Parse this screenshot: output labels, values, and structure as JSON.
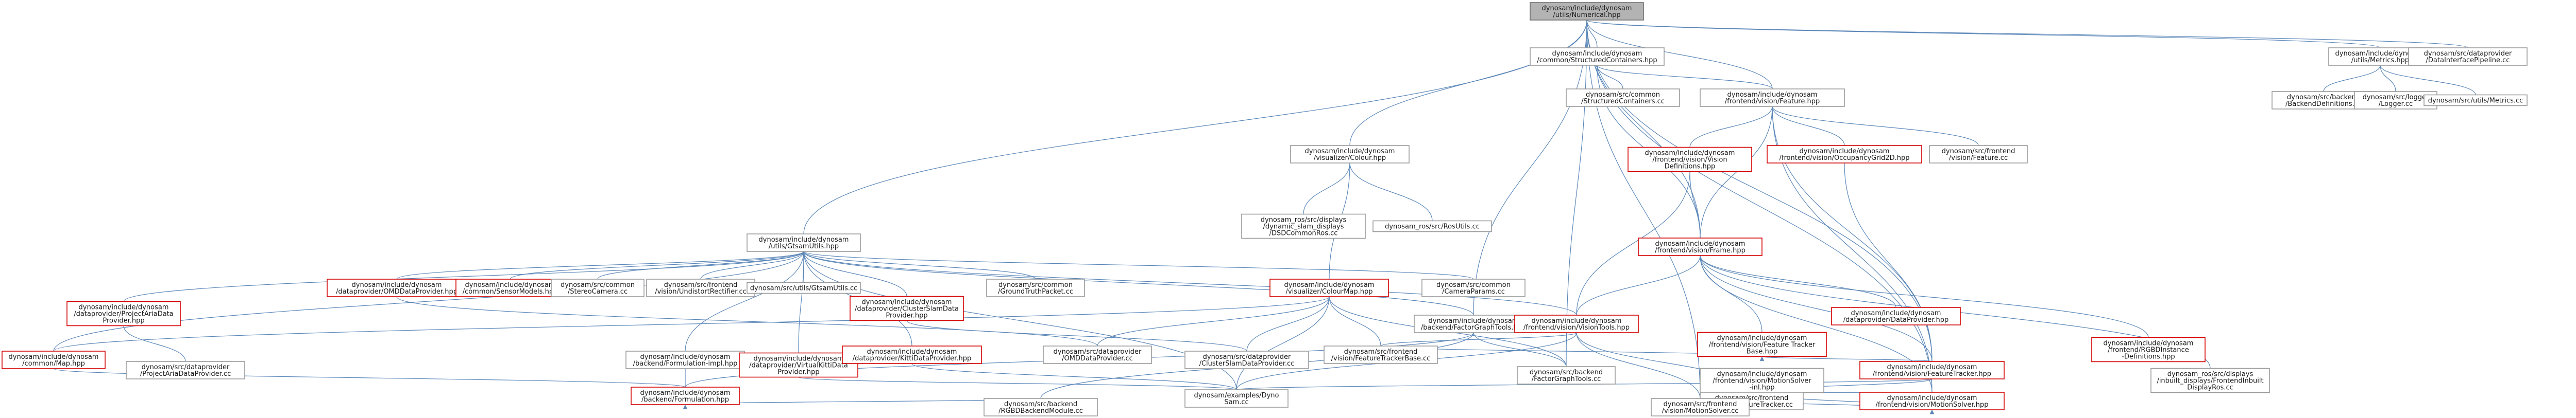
{
  "graph": {
    "root": "root",
    "nodes": [
      {
        "id": "root",
        "lines": [
          "dynosam/include/dynosam",
          "/utils/Numerical.hpp"
        ],
        "style": "root"
      },
      {
        "id": "structured",
        "lines": [
          "dynosam/include/dynosam",
          "/common/StructuredContainers.hpp"
        ],
        "style": "normal"
      },
      {
        "id": "metrics_hpp",
        "lines": [
          "dynosam/include/dynosam",
          "/utils/Metrics.hpp"
        ],
        "style": "normal"
      },
      {
        "id": "dataint",
        "lines": [
          "dynosam/src/dataprovider",
          "/DataInterfacePipeline.cc"
        ],
        "style": "normal"
      },
      {
        "id": "structured_cc",
        "lines": [
          "dynosam/src/common",
          "/StructuredContainers.cc"
        ],
        "style": "normal"
      },
      {
        "id": "feature_hpp",
        "lines": [
          "dynosam/include/dynosam",
          "/frontend/vision/Feature.hpp"
        ],
        "style": "normal"
      },
      {
        "id": "backend_defs",
        "lines": [
          "dynosam/src/backend",
          "/BackendDefinitions.cc"
        ],
        "style": "normal"
      },
      {
        "id": "logger",
        "lines": [
          "dynosam/src/logger",
          "/Logger.cc"
        ],
        "style": "normal"
      },
      {
        "id": "metrics_cc",
        "lines": [
          "dynosam/src/utils/Metrics.cc"
        ],
        "style": "normal"
      },
      {
        "id": "colour_hpp",
        "lines": [
          "dynosam/include/dynosam",
          "/visualizer/Colour.hpp"
        ],
        "style": "normal"
      },
      {
        "id": "vision_defs",
        "lines": [
          "dynosam/include/dynosam",
          "/frontend/vision/Vision",
          "Definitions.hpp"
        ],
        "style": "red"
      },
      {
        "id": "occgrid",
        "lines": [
          "dynosam/include/dynosam",
          "/frontend/vision/OccupancyGrid2D.hpp"
        ],
        "style": "red"
      },
      {
        "id": "feature_cc",
        "lines": [
          "dynosam/src/frontend",
          "/vision/Feature.cc"
        ],
        "style": "normal"
      },
      {
        "id": "rviz_common",
        "lines": [
          "dynosam_ros/src/displays",
          "/dynamic_slam_displays",
          "/DSDCommonRos.cc"
        ],
        "style": "normal"
      },
      {
        "id": "rostils",
        "lines": [
          "dynosam_ros/src/RosUtils.cc"
        ],
        "style": "normal"
      },
      {
        "id": "colourmap",
        "lines": [
          "dynosam/include/dynosam",
          "/visualizer/ColourMap.hpp"
        ],
        "style": "red"
      },
      {
        "id": "frame_hpp",
        "lines": [
          "dynosam/include/dynosam",
          "/frontend/vision/Frame.hpp"
        ],
        "style": "red"
      },
      {
        "id": "gtsam_utils",
        "lines": [
          "dynosam/include/dynosam",
          "/utils/GtsamUtils.hpp"
        ],
        "style": "normal"
      },
      {
        "id": "projectaria_hpp",
        "lines": [
          "dynosam/include/dynosam",
          "/dataprovider/ProjectAriaData",
          "Provider.hpp"
        ],
        "style": "red"
      },
      {
        "id": "omd_hpp",
        "lines": [
          "dynosam/include/dynosam",
          "/dataprovider/OMDDataProvider.hpp"
        ],
        "style": "red"
      },
      {
        "id": "sensor_models",
        "lines": [
          "dynosam/include/dynosam",
          "/common/SensorModels.hpp"
        ],
        "style": "red"
      },
      {
        "id": "stereo_cam",
        "lines": [
          "dynosam/src/common",
          "/StereoCamera.cc"
        ],
        "style": "normal"
      },
      {
        "id": "undistort",
        "lines": [
          "dynosam/src/frontend",
          "/vision/UndistortRectifier.cc"
        ],
        "style": "normal"
      },
      {
        "id": "gtsam_cc",
        "lines": [
          "dynosam/src/utils/GtsamUtils.cc"
        ],
        "style": "normal"
      },
      {
        "id": "clusterslam_hpp",
        "lines": [
          "dynosam/include/dynosam",
          "/dataprovider/ClusterSlamData",
          "Provider.hpp"
        ],
        "style": "red"
      },
      {
        "id": "groundtruth",
        "lines": [
          "dynosam/src/common",
          "/GroundTruthPacket.cc"
        ],
        "style": "normal"
      },
      {
        "id": "factorgraph_hpp",
        "lines": [
          "dynosam/include/dynosam",
          "/backend/FactorGraphTools.hpp"
        ],
        "style": "normal"
      },
      {
        "id": "camparams",
        "lines": [
          "dynosam/src/common",
          "/CameraParams.cc"
        ],
        "style": "normal"
      },
      {
        "id": "visiontools",
        "lines": [
          "dynosam/include/dynosam",
          "/frontend/vision/VisionTools.hpp"
        ],
        "style": "red"
      },
      {
        "id": "ftbase_hpp",
        "lines": [
          "dynosam/include/dynosam",
          "/frontend/vision/Feature Tracker",
          "Base.hpp"
        ],
        "style": "red"
      },
      {
        "id": "dataprovider_hpp",
        "lines": [
          "dynosam/include/dynosam",
          "/dataprovider/DataProvider.hpp"
        ],
        "style": "red"
      },
      {
        "id": "rgbd_hpp",
        "lines": [
          "dynosam/include/dynosam",
          "/frontend/RGBDInstance",
          "-Definitions.hpp"
        ],
        "style": "red"
      },
      {
        "id": "commonmap",
        "lines": [
          "dynosam/include/dynosam",
          "/common/Map.hpp"
        ],
        "style": "red"
      },
      {
        "id": "projectaria_cc",
        "lines": [
          "dynosam/src/dataprovider",
          "/ProjectAriaDataProvider.cc"
        ],
        "style": "normal"
      },
      {
        "id": "formulation_impl",
        "lines": [
          "dynosam/include/dynosam",
          "/backend/Formulation-impl.hpp"
        ],
        "style": "normal"
      },
      {
        "id": "vkitti_hpp",
        "lines": [
          "dynosam/include/dynosam",
          "/dataprovider/VirtualKittiData",
          "Provider.hpp"
        ],
        "style": "red"
      },
      {
        "id": "kitti_hpp",
        "lines": [
          "dynosam/include/dynosam",
          "/dataprovider/KittiDataProvider.hpp"
        ],
        "style": "red"
      },
      {
        "id": "omd_cc",
        "lines": [
          "dynosam/src/dataprovider",
          "/OMDDataProvider.cc"
        ],
        "style": "normal"
      },
      {
        "id": "clusterslam_cc",
        "lines": [
          "dynosam/src/dataprovider",
          "/ClusterSlamDataProvider.cc"
        ],
        "style": "normal"
      },
      {
        "id": "ftbase_cc",
        "lines": [
          "dynosam/src/frontend",
          "/vision/FeatureTrackerBase.cc"
        ],
        "style": "normal"
      },
      {
        "id": "factorgraph_cc",
        "lines": [
          "dynosam/src/backend",
          "/FactorGraphTools.cc"
        ],
        "style": "normal"
      },
      {
        "id": "motionsolver_inl",
        "lines": [
          "dynosam/include/dynosam",
          "/frontend/vision/MotionSolver",
          "-inl.hpp"
        ],
        "style": "normal"
      },
      {
        "id": "featuretracker_hpp",
        "lines": [
          "dynosam/include/dynosam",
          "/frontend/vision/FeatureTracker.hpp"
        ],
        "style": "red"
      },
      {
        "id": "rviz_frontend",
        "lines": [
          "dynosam_ros/src/displays",
          "/inbuilt_displays/FrontendInbuilt",
          "DisplayRos.cc"
        ],
        "style": "normal"
      },
      {
        "id": "formulation_hpp",
        "lines": [
          "dynosam/include/dynosam",
          "/backend/Formulation.hpp"
        ],
        "style": "red"
      },
      {
        "id": "dyno_sam",
        "lines": [
          "dynosam/examples/Dyno",
          "Sam.cc"
        ],
        "style": "normal"
      },
      {
        "id": "featuretracker_cc",
        "lines": [
          "dynosam/src/frontend",
          "/vision/FeatureTracker.cc"
        ],
        "style": "normal"
      },
      {
        "id": "motionsolver_hpp",
        "lines": [
          "dynosam/include/dynosam",
          "/frontend/vision/MotionSolver.hpp"
        ],
        "style": "red"
      },
      {
        "id": "rgbd_backend",
        "lines": [
          "dynosam/src/backend",
          "/RGBDBackendModule.cc"
        ],
        "style": "normal"
      },
      {
        "id": "motionsolver_cc",
        "lines": [
          "dynosam/src/frontend",
          "/vision/MotionSolver.cc"
        ],
        "style": "normal"
      }
    ],
    "edges": [
      [
        "root",
        "structured"
      ],
      [
        "root",
        "metrics_hpp"
      ],
      [
        "root",
        "dataint"
      ],
      [
        "root",
        "feature_hpp"
      ],
      [
        "root",
        "colour_hpp"
      ],
      [
        "root",
        "gtsam_utils"
      ],
      [
        "root",
        "factorgraph_hpp"
      ],
      [
        "root",
        "frame_hpp"
      ],
      [
        "root",
        "factorgraph_cc"
      ],
      [
        "root",
        "motionsolver_hpp"
      ],
      [
        "root",
        "motionsolver_cc"
      ],
      [
        "root",
        "featuretracker_hpp"
      ],
      [
        "structured",
        "structured_cc"
      ],
      [
        "structured",
        "feature_hpp"
      ],
      [
        "structured",
        "frame_hpp"
      ],
      [
        "metrics_hpp",
        "backend_defs"
      ],
      [
        "metrics_hpp",
        "logger"
      ],
      [
        "metrics_hpp",
        "metrics_cc"
      ],
      [
        "feature_hpp",
        "vision_defs"
      ],
      [
        "feature_hpp",
        "occgrid"
      ],
      [
        "feature_hpp",
        "feature_cc"
      ],
      [
        "feature_hpp",
        "frame_hpp"
      ],
      [
        "feature_hpp",
        "featuretracker_hpp"
      ],
      [
        "feature_hpp",
        "motionsolver_hpp"
      ],
      [
        "colour_hpp",
        "rviz_common"
      ],
      [
        "colour_hpp",
        "rostils"
      ],
      [
        "colour_hpp",
        "colourmap"
      ],
      [
        "vision_defs",
        "frame_hpp"
      ],
      [
        "vision_defs",
        "visiontools"
      ],
      [
        "occgrid",
        "featuretracker_hpp"
      ],
      [
        "colourmap",
        "omd_cc"
      ],
      [
        "colourmap",
        "clusterslam_cc"
      ],
      [
        "colourmap",
        "ftbase_cc"
      ],
      [
        "colourmap",
        "factorgraph_cc"
      ],
      [
        "colourmap",
        "dyno_sam"
      ],
      [
        "colourmap",
        "commonmap"
      ],
      [
        "frame_hpp",
        "visiontools"
      ],
      [
        "frame_hpp",
        "ftbase_hpp"
      ],
      [
        "frame_hpp",
        "dataprovider_hpp"
      ],
      [
        "frame_hpp",
        "rgbd_hpp"
      ],
      [
        "frame_hpp",
        "featuretracker_hpp"
      ],
      [
        "frame_hpp",
        "motionsolver_hpp"
      ],
      [
        "frame_hpp",
        "rviz_frontend"
      ],
      [
        "gtsam_utils",
        "projectaria_hpp"
      ],
      [
        "gtsam_utils",
        "omd_hpp"
      ],
      [
        "gtsam_utils",
        "sensor_models"
      ],
      [
        "gtsam_utils",
        "stereo_cam"
      ],
      [
        "gtsam_utils",
        "undistort"
      ],
      [
        "gtsam_utils",
        "gtsam_cc"
      ],
      [
        "gtsam_utils",
        "clusterslam_hpp"
      ],
      [
        "gtsam_utils",
        "groundtruth"
      ],
      [
        "gtsam_utils",
        "factorgraph_hpp"
      ],
      [
        "gtsam_utils",
        "camparams"
      ],
      [
        "gtsam_utils",
        "visiontools"
      ],
      [
        "gtsam_utils",
        "commonmap"
      ],
      [
        "gtsam_utils",
        "formulation_impl"
      ],
      [
        "gtsam_utils",
        "vkitti_hpp"
      ],
      [
        "gtsam_utils",
        "kitti_hpp"
      ],
      [
        "gtsam_utils",
        "dyno_sam"
      ],
      [
        "projectaria_hpp",
        "projectaria_cc"
      ],
      [
        "omd_hpp",
        "omd_cc"
      ],
      [
        "clusterslam_hpp",
        "clusterslam_cc"
      ],
      [
        "factorgraph_hpp",
        "factorgraph_cc"
      ],
      [
        "factorgraph_hpp",
        "formulation_hpp"
      ],
      [
        "factorgraph_hpp",
        "rgbd_backend"
      ],
      [
        "visiontools",
        "ftbase_cc"
      ],
      [
        "visiontools",
        "featuretracker_cc"
      ],
      [
        "visiontools",
        "motionsolver_cc"
      ],
      [
        "visiontools",
        "dyno_sam"
      ],
      [
        "ftbase_hpp",
        "featuretracker_hpp"
      ],
      [
        "ftbase_hpp",
        "ftbase_cc"
      ],
      [
        "commonmap",
        "formulation_hpp"
      ],
      [
        "formulation_impl",
        "formulation_hpp"
      ],
      [
        "formulation_hpp",
        "rgbd_backend"
      ],
      [
        "vkitti_hpp",
        "dyno_sam"
      ],
      [
        "kitti_hpp",
        "dyno_sam"
      ],
      [
        "motionsolver_inl",
        "motionsolver_hpp"
      ],
      [
        "featuretracker_hpp",
        "featuretracker_cc"
      ],
      [
        "featuretracker_hpp",
        "dyno_sam"
      ],
      [
        "motionsolver_hpp",
        "motionsolver_cc"
      ],
      [
        "motionsolver_hpp",
        "featuretracker_cc"
      ]
    ],
    "colors": {
      "edge": "#5a86b8",
      "node_border": "#9a9a9a",
      "red_border": "#d40000",
      "root_fill": "#b3b3b3"
    }
  }
}
